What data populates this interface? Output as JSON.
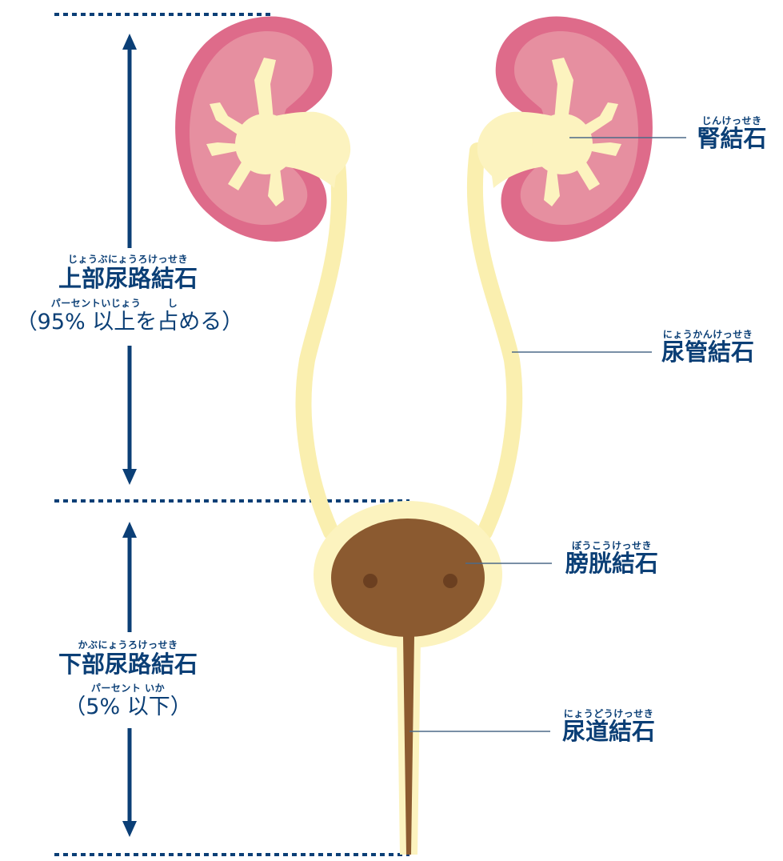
{
  "upper": {
    "ruby": "じょうぶにょうろけっせき",
    "title": "上部尿路結石",
    "ruby2": "パーセントいじょう",
    "ruby3": "し",
    "note": "（95% 以上を占める）"
  },
  "lower": {
    "ruby": "かぶにょうろけっせき",
    "title": "下部尿路結石",
    "ruby2": "パーセント いか",
    "note": "（5% 以下）"
  },
  "labels": {
    "kidney": {
      "ruby": "じんけっせき",
      "text": "腎結石"
    },
    "ureter": {
      "ruby": "にょうかんけっせき",
      "text": "尿管結石"
    },
    "bladder": {
      "ruby": "ぼうこうけっせき",
      "text": "膀胱結石"
    },
    "urethra": {
      "ruby": "にょうどうけっせき",
      "text": "尿道結石"
    }
  },
  "colors": {
    "navy": "#0b3f76",
    "kidney_outer": "#de6b8a",
    "kidney_inner": "#e68fa0",
    "pelvis": "#fcf3bf",
    "ureter": "#faefaf",
    "bladder": "#8b5a30",
    "bladder_dot": "#6b3f20",
    "leader": "#4d6a88"
  }
}
